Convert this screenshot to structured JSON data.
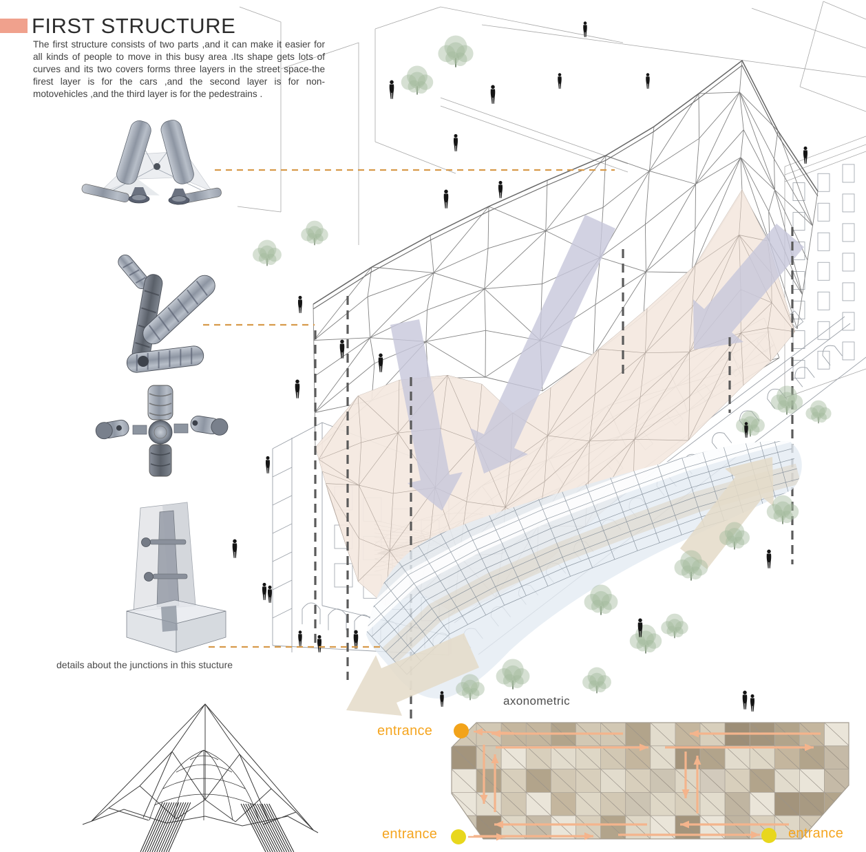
{
  "header": {
    "title": "FIRST STRUCTURE",
    "description": "The first structure consists of two parts ,and it can make it easier for all kinds of people to move in this busy area .Its shape gets lots of curves and its two covers forms three layers in the street space-the firest layer is for the cars ,and the second layer is for non-motovehicles ,and the third layer is for the pedestrains ."
  },
  "details": {
    "caption": "details about the junctions in this stucture",
    "items": [
      {
        "name": "membrane-feet-junction-sketch"
      },
      {
        "name": "segmented-tube-bundle-sketch"
      },
      {
        "name": "pipe-cross-connector-sketch"
      },
      {
        "name": "column-base-plate-sketch"
      }
    ]
  },
  "axonometric": {
    "label": "axonometric"
  },
  "plan": {
    "entrances": [
      {
        "label": "entrance",
        "dot_color": "#f2a31a"
      },
      {
        "label": "entrance",
        "dot_color": "#e8d71d"
      },
      {
        "label": "entrance",
        "dot_color": "#e8d71d"
      }
    ]
  },
  "colors": {
    "accent": "#f0a18d",
    "entrance_text": "#f5a51f",
    "leader_orange": "#d79a4a",
    "section_gray": "#5a5a5a",
    "membrane": "#f4e8df",
    "lavender": "#c7c7db",
    "canopy_blue": "#e3ebf3",
    "canopy_beige": "#ddd3c2",
    "beige_arrow": "#e4dbc8",
    "plan_arrow": "#f4b48c",
    "tree_green": "#a4bb9e",
    "mesh_gray": "#7b7b7b"
  }
}
